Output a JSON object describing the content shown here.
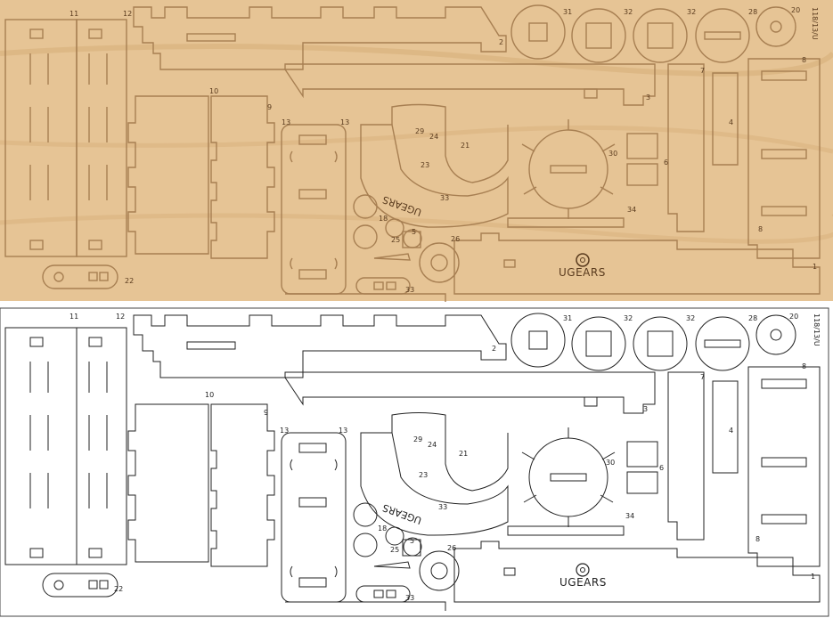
{
  "colors": {
    "wood": "#e6c495",
    "wood_grain": "#d7b07c",
    "wood_edge": "#a77f52",
    "cut_wood": "#5a3b1e",
    "line": "#222222",
    "background": "#ffffff"
  },
  "panels": {
    "photo": {
      "product_code": "118/13/U",
      "logo": "UGEARS",
      "arc_text": "UGEARS",
      "labels": {
        "p1": "1",
        "p2": "2",
        "p3": "3",
        "p4": "4",
        "p5": "5",
        "p6": "6",
        "p7": "7",
        "p8": "8",
        "p8b": "8",
        "p9": "9",
        "p10": "10",
        "p11": "11",
        "p12": "12",
        "p13a": "13",
        "p13b": "13",
        "p18": "18",
        "p20": "20",
        "p21": "21",
        "p22": "22",
        "p23": "23",
        "p24": "24",
        "p25": "25",
        "p26": "26",
        "p28": "28",
        "p29": "29",
        "p30": "30",
        "p31": "31",
        "p32a": "32",
        "p32b": "32",
        "p33a": "33",
        "p33b": "33",
        "p34": "34"
      }
    },
    "drawing": {
      "product_code": "118/13/U",
      "logo": "UGEARS",
      "arc_text": "UGEARS",
      "labels": {
        "p1": "1",
        "p2": "2",
        "p3": "3",
        "p4": "4",
        "p5": "5",
        "p6": "6",
        "p7": "7",
        "p8": "8",
        "p8b": "8",
        "p9": "9",
        "p10": "10",
        "p11": "11",
        "p12": "12",
        "p13a": "13",
        "p13b": "13",
        "p18": "18",
        "p20": "20",
        "p21": "21",
        "p22": "22",
        "p23": "23",
        "p24": "24",
        "p25": "25",
        "p26": "26",
        "p28": "28",
        "p29": "29",
        "p30": "30",
        "p31": "31",
        "p32a": "32",
        "p32b": "32",
        "p33a": "33",
        "p33b": "33",
        "p34": "34"
      }
    }
  }
}
